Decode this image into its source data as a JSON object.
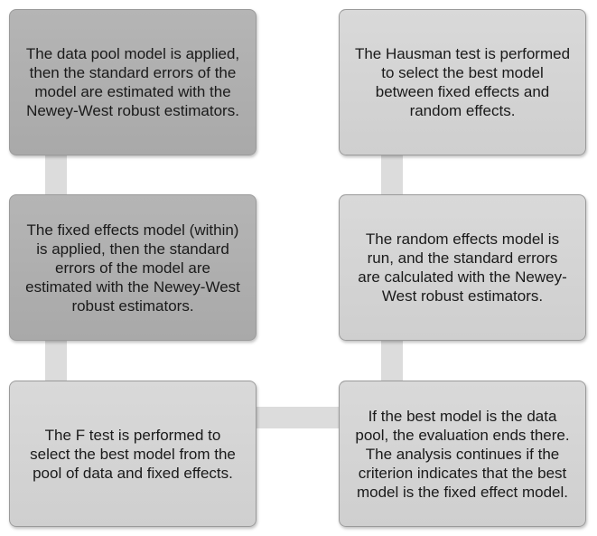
{
  "diagram": {
    "boxes": {
      "box1": "The data pool model is applied, then the standard errors of the model are estimated with the Newey-West robust estimators.",
      "box2": "The fixed effects model (within) is applied, then the standard errors of the model are estimated with the Newey-West robust estimators.",
      "box3": "The F test is performed to select the best model from the pool of data and fixed effects.",
      "box4": "If the best model is the data pool, the evaluation ends there. The analysis continues if the criterion indicates that the best model is the fixed effect model.",
      "box5": "The random effects model is run, and the standard errors are calculated with the Newey-West robust estimators.",
      "box6": "The Hausman test is performed to select the best model between fixed effects and random effects."
    },
    "colors": {
      "box_dark": "#afafaf",
      "box_light": "#d4d4d4",
      "connector": "#dcdcdc",
      "border": "#9a9a9a"
    }
  }
}
